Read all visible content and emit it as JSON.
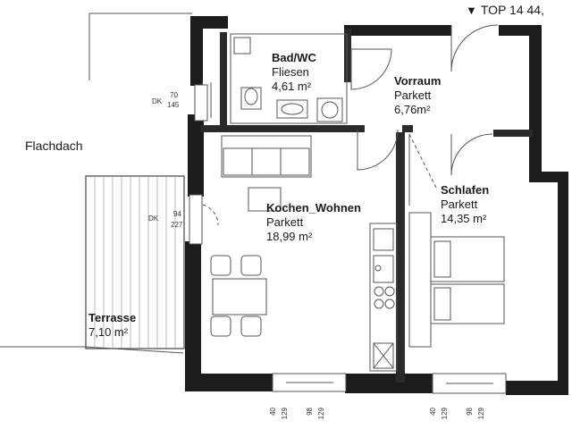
{
  "header": {
    "top_label": "TOP 14 44,",
    "marker_icon": "triangle-down-icon"
  },
  "outside": {
    "roof": "Flachdach"
  },
  "rooms": {
    "bath": {
      "name": "Bad/WC",
      "floor": "Fliesen",
      "area": "4,61 m²"
    },
    "hall": {
      "name": "Vorraum",
      "floor": "Parkett",
      "area": "6,76m²"
    },
    "living": {
      "name": "Kochen_Wohnen",
      "floor": "Parkett",
      "area": "18,99 m²"
    },
    "bedroom": {
      "name": "Schlafen",
      "floor": "Parkett",
      "area": "14,35 m²"
    },
    "terrace": {
      "name": "Terrasse",
      "area": "7,10 m²"
    }
  },
  "windows": {
    "bath": {
      "tag": "DK",
      "top": "70",
      "bottom": "145"
    },
    "living": {
      "tag": "DK",
      "top": "94",
      "bottom": "227"
    },
    "bottom_left": {
      "a1": "40",
      "a2": "129",
      "b1": "98",
      "b2": "129"
    },
    "bottom_right": {
      "a1": "40",
      "a2": "129",
      "b1": "98",
      "b2": "129"
    }
  }
}
